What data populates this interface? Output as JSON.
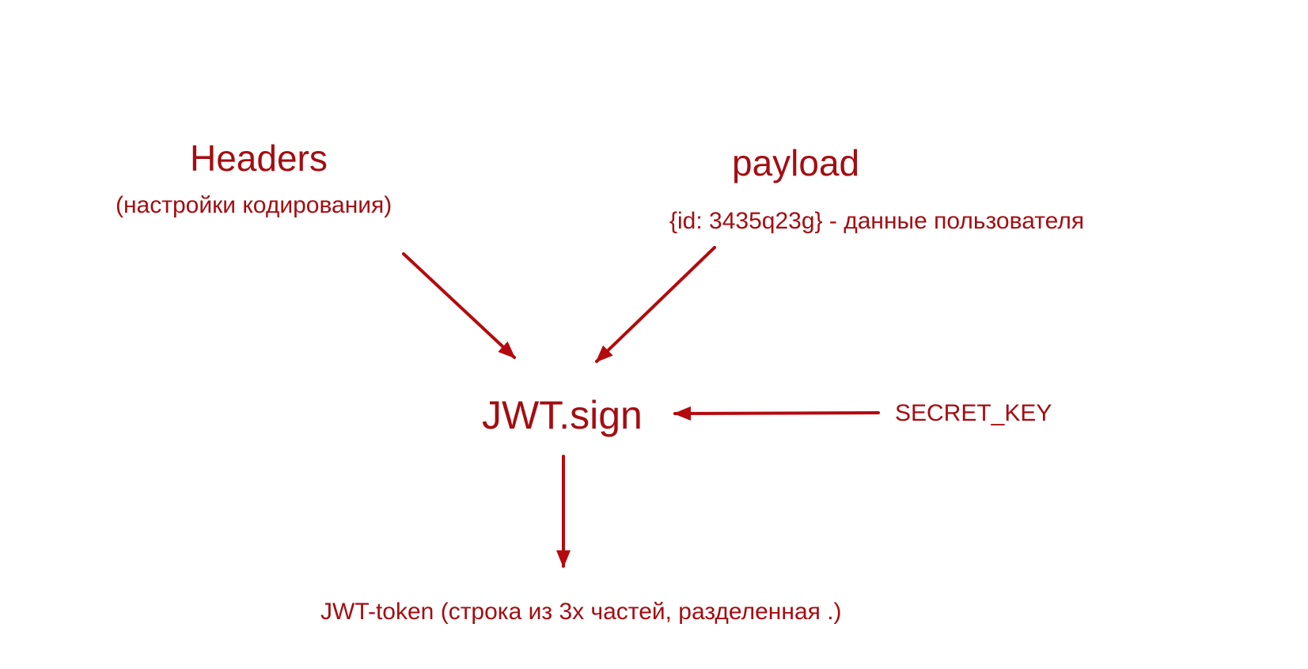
{
  "colors": {
    "text": "#a40d12",
    "arrow": "#b40a0e",
    "background": "#ffffff"
  },
  "nodes": {
    "headers": {
      "title": "Headers",
      "subtitle": "(настройки кодирования)"
    },
    "payload": {
      "title": "payload",
      "subtitle": "{id: 3435q23g} - данные пользователя"
    },
    "sign": {
      "title": "JWT.sign"
    },
    "secret": {
      "title": "SECRET_KEY"
    },
    "token": {
      "title": "JWT-token (строка из 3х частей, разделенная .)"
    }
  },
  "edges": [
    {
      "from": "headers",
      "to": "sign"
    },
    {
      "from": "payload",
      "to": "sign"
    },
    {
      "from": "secret",
      "to": "sign"
    },
    {
      "from": "sign",
      "to": "token"
    }
  ]
}
